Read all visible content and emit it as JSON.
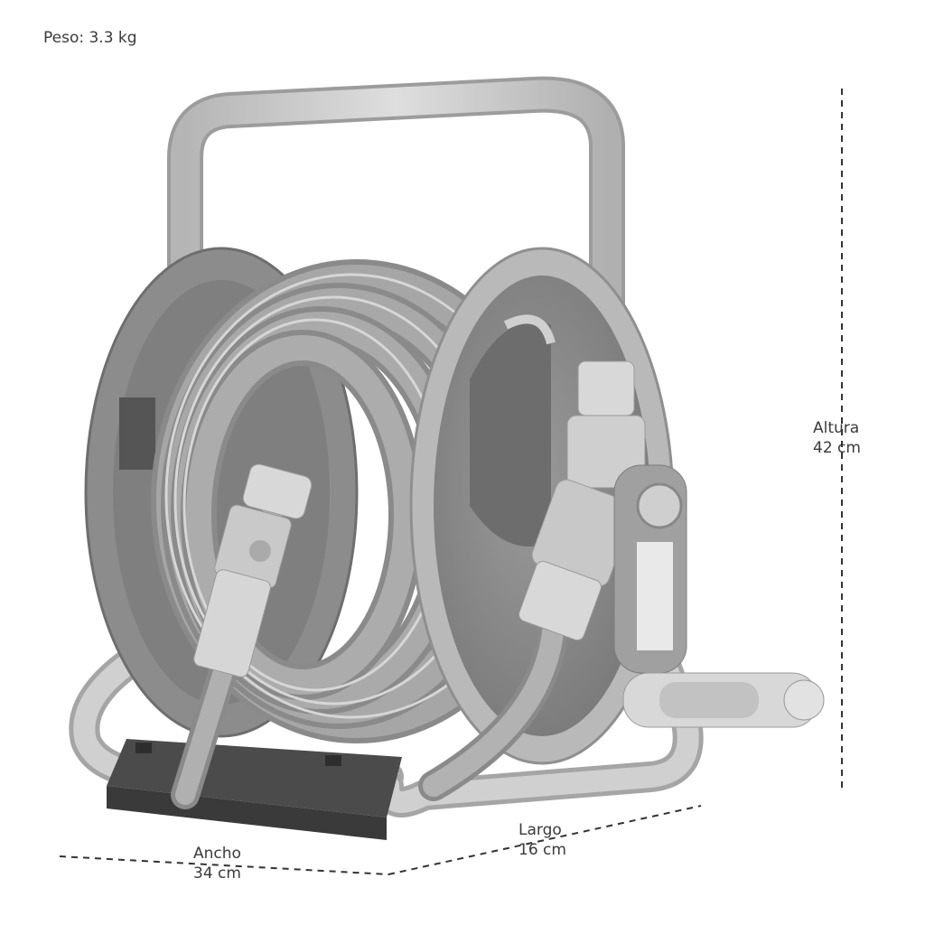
{
  "weight": {
    "text": "Peso: 3.3 kg"
  },
  "dimensions": {
    "height": {
      "label": "Altura",
      "value": "42 cm"
    },
    "length": {
      "label": "Largo",
      "value": "16 cm"
    },
    "width": {
      "label": "Ancho",
      "value": "34 cm"
    }
  },
  "product": {
    "icon": "hose-reel-cart-icon",
    "colors": {
      "frame": "#c9c9c9",
      "drum": "#8e8e8e",
      "hose": "#a2a2a2",
      "hose_highlight": "#cfcfcf",
      "fittings": "#d8d8d8",
      "base": "#4b4b4b"
    }
  }
}
